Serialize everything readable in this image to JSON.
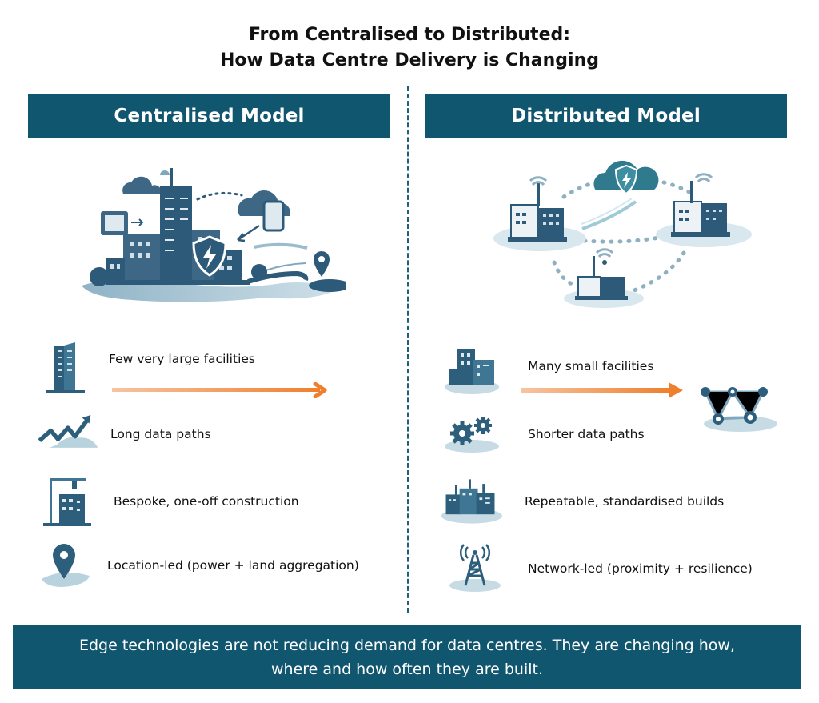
{
  "title": {
    "line1": "From Centralised to Distributed:",
    "line2": "How Data Centre Delivery is Changing"
  },
  "colors": {
    "primary": "#11566f",
    "accent": "#f08a3c",
    "icon": "#2d5f7c",
    "icon_light": "#a9c7d6"
  },
  "left": {
    "header": "Centralised Model",
    "hero_icon": "city-datacentre-illustration",
    "items": [
      {
        "icon": "skyscraper-icon",
        "label": "Few very large facilities"
      },
      {
        "icon": "trend-up-icon",
        "label": "Long data paths"
      },
      {
        "icon": "construction-crane-icon",
        "label": "Bespoke, one-off construction"
      },
      {
        "icon": "location-pin-icon",
        "label": "Location-led (power + land aggregation)"
      }
    ]
  },
  "right": {
    "header": "Distributed Model",
    "hero_icon": "distributed-network-illustration",
    "items": [
      {
        "icon": "small-buildings-icon",
        "label": "Many small facilities"
      },
      {
        "icon": "gears-icon",
        "label": "Shorter data paths"
      },
      {
        "icon": "standard-buildings-icon",
        "label": "Repeatable, standardised builds"
      },
      {
        "icon": "radio-tower-icon",
        "label": "Network-led (proximity + resilience)"
      }
    ],
    "network_icon": "network-nodes-icon"
  },
  "footer": {
    "line1": "Edge technologies are not reducing demand for data centres. They are changing how,",
    "line2": "where and how often they are built."
  }
}
